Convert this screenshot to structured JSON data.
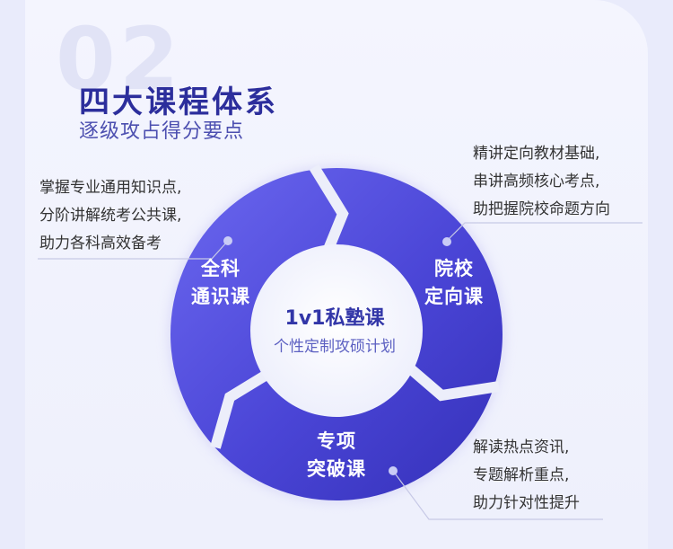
{
  "header": {
    "number": "02",
    "title": "四大课程体系",
    "subtitle": "逐级攻占得分要点"
  },
  "center": {
    "title": "1v1私塾课",
    "subtitle": "个性定制攻硕计划"
  },
  "segments": {
    "general": {
      "line1": "全科",
      "line2": "通识课"
    },
    "college": {
      "line1": "院校",
      "line2": "定向课"
    },
    "special": {
      "line1": "专项",
      "line2": "突破课"
    }
  },
  "descriptions": {
    "left": [
      "掌握专业通用知识点,",
      "分阶讲解统考公共课,",
      "助力各科高效备考"
    ],
    "top_right": [
      "精讲定向教材基础,",
      "串讲高频核心考点,",
      "助把握院校命题方向"
    ],
    "bottom_right": [
      "解读热点资讯,",
      "专题解析重点,",
      "助力针对性提升"
    ]
  },
  "colors": {
    "ring_dark": "#3a36c4",
    "ring_light": "#6a66ee",
    "title": "#2c2e9c",
    "accent": "#4c4fb0"
  }
}
